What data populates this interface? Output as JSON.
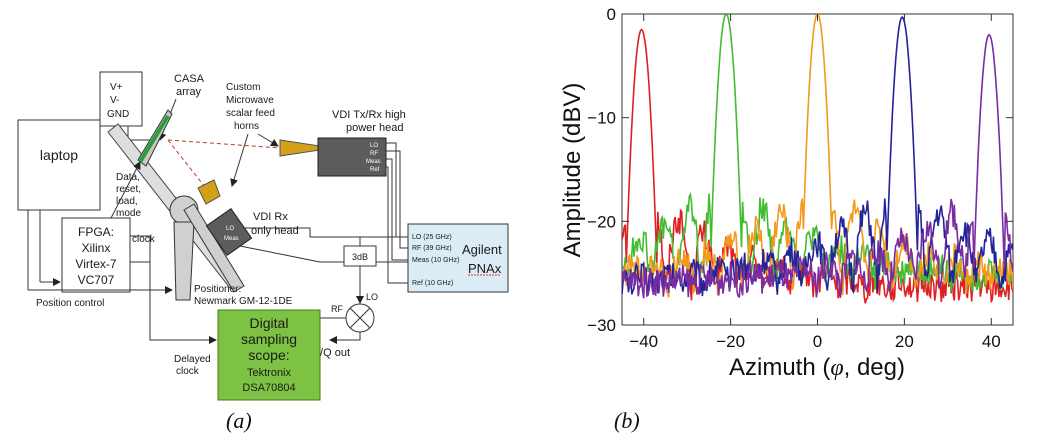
{
  "diagram": {
    "caption": "(a)",
    "labels": {
      "laptop": "laptop",
      "power_v_plus": "V+",
      "power_v_minus": "V-",
      "power_gnd": "GND",
      "casa_1": "CASA",
      "casa_2": "array",
      "horn_1": "Custom",
      "horn_2": "Microwave",
      "horn_3": "scalar feed",
      "horn_4": "horns",
      "vdi_tx_1": "VDI Tx/Rx high",
      "vdi_tx_2": "power head",
      "tx_port_lo": "LO",
      "tx_port_rf": "RF",
      "tx_port_meas": "Meas",
      "tx_port_ref": "Ref",
      "data_1": "Data,",
      "data_2": "reset,",
      "data_3": "load,",
      "data_4": "mode",
      "clock": "clock",
      "fpga_1": "FPGA:",
      "fpga_2": "Xilinx",
      "fpga_3": "Virtex-7",
      "fpga_4": "VC707",
      "vdi_rx_1": "VDI Rx",
      "vdi_rx_2": "only head",
      "rx_port_lo": "LO",
      "rx_port_meas": "Meas",
      "positioner_1": "Positioner:",
      "positioner_2": "Newmark GM-12-1DE",
      "position_control": "Position control",
      "pnax_lo": "LO (25 GHz)",
      "pnax_rf": "RF (39 GHz)",
      "pnax_meas": "Meas (10 GHz)",
      "pnax_ref": "Ref (10 GHz)",
      "pnax_1": "Agilent",
      "pnax_2": "PNAx",
      "splitter": "3dB",
      "mixer_rf": "RF",
      "mixer_lo": "LO",
      "iq_out": "I/Q out",
      "scope_1": "Digital",
      "scope_2": "sampling",
      "scope_3": "scope:",
      "scope_4": "Tektronix",
      "scope_5": "DSA70804",
      "delayed_1": "Delayed",
      "delayed_2": "clock"
    },
    "colors": {
      "scope_fill": "#7dc242",
      "pnax_fill": "#dcecf6",
      "head_fill": "#5c5c5c",
      "horn_fill": "#d4a017",
      "array_fill": "#2e9e3c",
      "beam": "#c0392b"
    }
  },
  "chart_data": {
    "type": "line",
    "caption": "(b)",
    "xlabel_prefix": "Azimuth (",
    "xlabel_symbol": "φ",
    "xlabel_suffix": ", deg)",
    "ylabel": "Amplitude (dBV)",
    "xlim": [
      -45,
      45
    ],
    "ylim": [
      -30,
      0
    ],
    "x_ticks": [
      -40,
      -20,
      0,
      20,
      40
    ],
    "x_tick_labels": [
      "−40",
      "−20",
      "0",
      "20",
      "40"
    ],
    "y_ticks": [
      0,
      -10,
      -20,
      -30
    ],
    "y_tick_labels": [
      "0",
      "−10",
      "−20",
      "−30"
    ],
    "grid": false,
    "legend": "none",
    "series": [
      {
        "color": "#e02020",
        "peak_x": -40.5,
        "peak_y": -1.5,
        "width": 3.0,
        "base": -26.5
      },
      {
        "color": "#44bb33",
        "peak_x": -21.0,
        "peak_y": 0.0,
        "width": 3.0,
        "base": -25.5
      },
      {
        "color": "#f39a1c",
        "peak_x": 0.0,
        "peak_y": 0.0,
        "width": 2.9,
        "base": -26.0
      },
      {
        "color": "#23239a",
        "peak_x": 19.5,
        "peak_y": -0.3,
        "width": 3.0,
        "base": -26.0
      },
      {
        "color": "#7a2ca3",
        "peak_x": 39.5,
        "peak_y": -2.0,
        "width": 3.0,
        "base": -26.0
      }
    ]
  }
}
